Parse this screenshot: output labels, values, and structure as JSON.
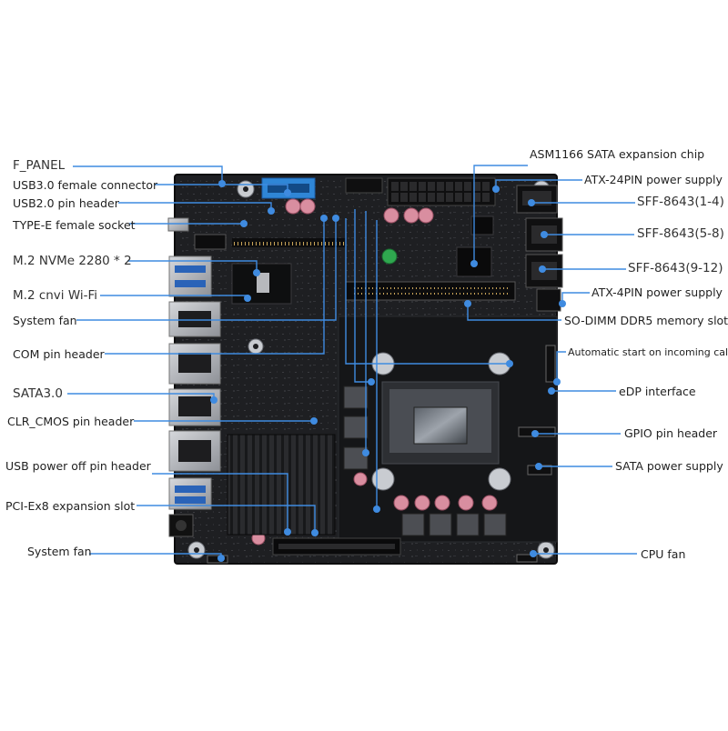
{
  "left_labels": [
    {
      "id": "f-panel",
      "text": "F_PANEL"
    },
    {
      "id": "usb3-female-connector",
      "text": "USB3.0 female connector"
    },
    {
      "id": "usb2-pin-header",
      "text": "USB2.0 pin header"
    },
    {
      "id": "type-e-female-socket",
      "text": "TYPE-E female socket"
    },
    {
      "id": "m2-nvme",
      "text": "M.2 NVMe 2280 * 2"
    },
    {
      "id": "m2-cnvi-wifi",
      "text": "M.2 cnvi Wi-Fi"
    },
    {
      "id": "system-fan-1",
      "text": "System fan"
    },
    {
      "id": "com-pin-header",
      "text": "COM pin header"
    },
    {
      "id": "sata3",
      "text": "SATA3.0"
    },
    {
      "id": "clr-cmos-pin-header",
      "text": "CLR_CMOS pin header"
    },
    {
      "id": "usb-power-off-pin-header",
      "text": "USB power off pin header"
    },
    {
      "id": "pci-ex8-expansion-slot",
      "text": "PCI-Ex8 expansion slot"
    },
    {
      "id": "system-fan-2",
      "text": "System fan"
    }
  ],
  "right_labels": [
    {
      "id": "asm1166-sata-chip",
      "text": "ASM1166 SATA expansion chip"
    },
    {
      "id": "atx-24pin-power",
      "text": "ATX-24PIN power supply"
    },
    {
      "id": "sff-8643-1-4",
      "text": "SFF-8643(1-4)"
    },
    {
      "id": "sff-8643-5-8",
      "text": "SFF-8643(5-8)"
    },
    {
      "id": "sff-8643-9-12",
      "text": "SFF-8643(9-12)"
    },
    {
      "id": "atx-4pin-power",
      "text": "ATX-4PIN power supply"
    },
    {
      "id": "so-dimm-ddr5-slot",
      "text": "SO-DIMM DDR5 memory slot"
    },
    {
      "id": "automatic-start-incoming-call",
      "text": "Automatic start on incoming call"
    },
    {
      "id": "edp-interface",
      "text": "eDP interface"
    },
    {
      "id": "gpio-pin-header",
      "text": "GPIO pin header"
    },
    {
      "id": "sata-power-supply",
      "text": "SATA power supply"
    },
    {
      "id": "cpu-fan",
      "text": "CPU fan"
    }
  ],
  "colors": {
    "background": "#ffffff",
    "pcb": "#1e1f22",
    "pcb_dark": "#121315",
    "leader_line": "#3f8be0",
    "port_metal": "#b9bcc2",
    "slot_dark": "#0b0b0c",
    "usb3_blue": "#2f86d6",
    "cap_pink": "#d98ea0",
    "label_text": "#222222"
  }
}
